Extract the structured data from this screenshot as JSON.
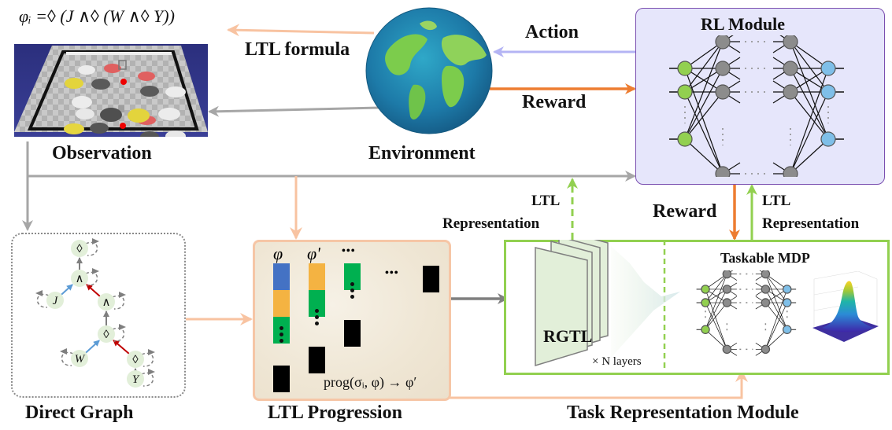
{
  "formula": "φᵢ =◊ (J ∧◊ (W ∧◊ Y))",
  "labels": {
    "observation": "Observation",
    "environment": "Environment",
    "rl_module": "RL Module",
    "action": "Action",
    "reward_top": "Reward",
    "ltl_formula": "LTL formula",
    "ltl_rep_left_1": "LTL",
    "ltl_rep_left_2": "Representation",
    "reward_mid": "Reward",
    "ltl_rep_right_1": "LTL",
    "ltl_rep_right_2": "Representation",
    "direct_graph": "Direct Graph",
    "ltl_progression": "LTL  Progression",
    "task_rep_module": "Task  Representation  Module",
    "taskable_mdp": "Taskable MDP",
    "rgtl": "RGTL",
    "n_layers": "× N  layers",
    "prog": "prog(σᵢ, φ) → φ′",
    "phi": "φ",
    "phi_prime": "φʹ",
    "ellipsis": "•••"
  },
  "graph_nodes": [
    {
      "id": "ev1",
      "label": "◊"
    },
    {
      "id": "and1",
      "label": "∧"
    },
    {
      "id": "J",
      "label": "J"
    },
    {
      "id": "and2",
      "label": "∧"
    },
    {
      "id": "ev2",
      "label": "◊"
    },
    {
      "id": "W",
      "label": "W"
    },
    {
      "id": "ev3",
      "label": "◊"
    },
    {
      "id": "Y",
      "label": "Y"
    }
  ],
  "colors": {
    "arrow_peach": "#f8c3a1",
    "arrow_gray": "#a6a6a6",
    "arrow_lavender": "#b4b4f4",
    "arrow_orange": "#ed7d31",
    "arrow_green": "#92d050",
    "token_blue": "#4472c4",
    "token_orange": "#f4b183",
    "token_yellow": "#f4b342",
    "token_green": "#00b050",
    "token_black": "#000000"
  }
}
